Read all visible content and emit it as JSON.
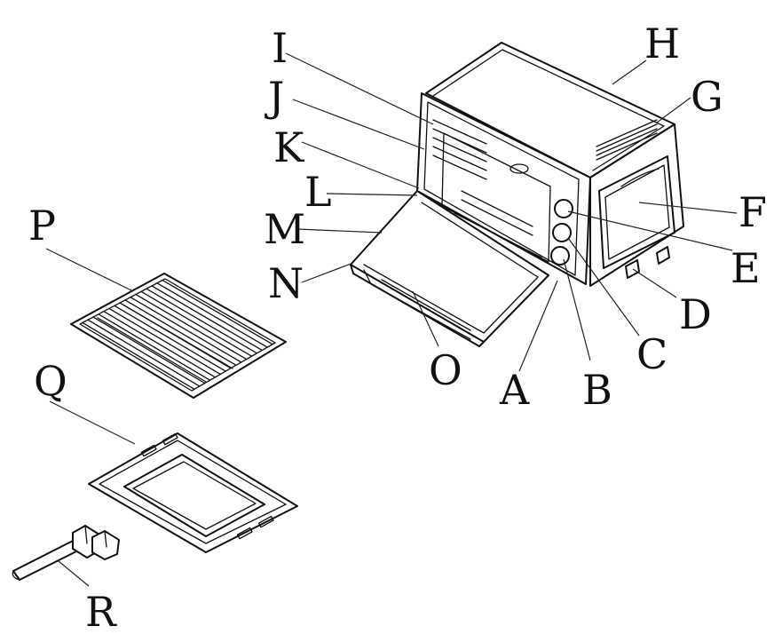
{
  "diagram": {
    "part_labels": [
      "A",
      "B",
      "C",
      "D",
      "E",
      "F",
      "G",
      "H",
      "I",
      "J",
      "K",
      "L",
      "M",
      "N",
      "O",
      "P",
      "Q",
      "R"
    ]
  }
}
